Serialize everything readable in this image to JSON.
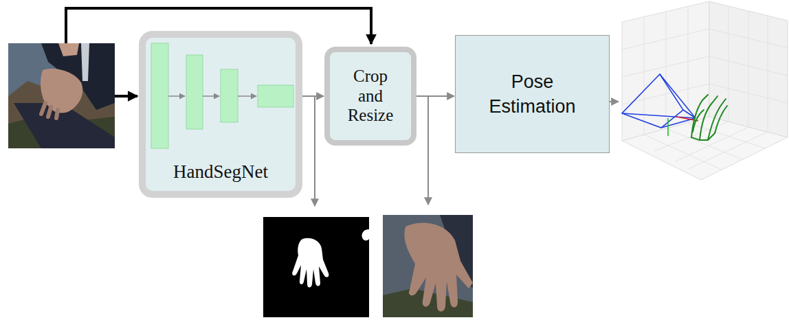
{
  "diagram": {
    "nodes": [
      {
        "text": [
          "HandSegNet"
        ]
      },
      {
        "text": [
          "Crop and Resize"
        ]
      },
      {
        "text": [
          "Pose Estimation"
        ]
      }
    ],
    "edges": [
      {
        "from": 0,
        "to": 1,
        "arrow": "to"
      },
      {
        "from": 1,
        "to": 2,
        "arrow": "to"
      }
    ]
  }
}
